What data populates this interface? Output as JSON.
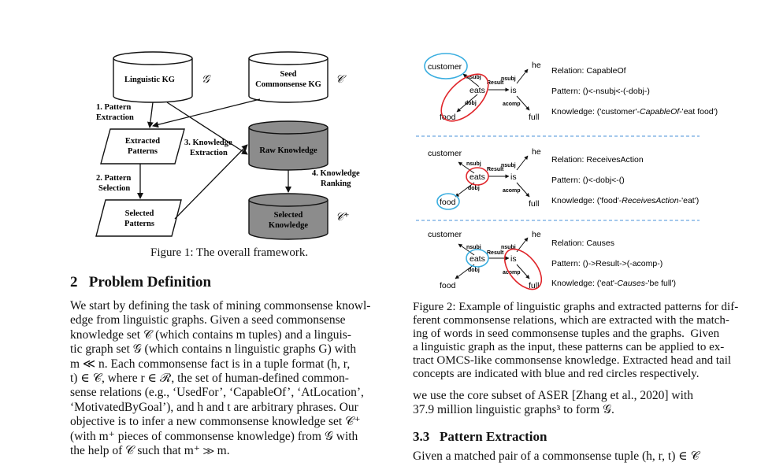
{
  "figure1": {
    "nodes": {
      "linguistic_kg": "Linguistic KG",
      "linguistic_kg_symbol": "𝒢",
      "seed_kg_line1": "Seed",
      "seed_kg_line2": "Commonsense KG",
      "seed_kg_symbol": "𝒞",
      "extracted_line1": "Extracted",
      "extracted_line2": "Patterns",
      "raw_knowledge": "Raw Knowledge",
      "selected_patterns_line1": "Selected",
      "selected_patterns_line2": "Patterns",
      "selected_knowledge_line1": "Selected",
      "selected_knowledge_line2": "Knowledge",
      "selected_knowledge_symbol": "𝒞⁺"
    },
    "steps": {
      "step1_line1": "1. Pattern",
      "step1_line2": "Extraction",
      "step2_line1": "2. Pattern",
      "step2_line2": "Selection",
      "step3_line1": "3. Knowledge",
      "step3_line2": "Extraction",
      "step4_line1": "4. Knowledge",
      "step4_line2": "Ranking"
    },
    "caption": "Figure 1: The overall framework."
  },
  "figure2": {
    "panels": [
      {
        "words": {
          "customer": "customer",
          "eats": "eats",
          "food": "food",
          "is": "is",
          "he": "he",
          "full": "full"
        },
        "edges": {
          "nsubj1": "nsubj",
          "result": "Result",
          "nsubj2": "nsubj",
          "dobj": "dobj",
          "acomp": "acomp"
        },
        "relation": "Relation: CapableOf",
        "pattern": "Pattern: ()<-nsubj<-(-dobj-)",
        "knowledge_prefix": "Knowledge: ('customer'-",
        "knowledge_rel": "CapableOf",
        "knowledge_suffix": "-'eat food')"
      },
      {
        "words": {
          "customer": "customer",
          "eats": "eats",
          "food": "food",
          "is": "is",
          "he": "he",
          "full": "full"
        },
        "edges": {
          "nsubj1": "nsubj",
          "result": "Result",
          "nsubj2": "nsubj",
          "dobj": "dobj",
          "acomp": "acomp"
        },
        "relation": "Relation: ReceivesAction",
        "pattern": "Pattern: ()<-dobj<-()",
        "knowledge_prefix": "Knowledge: ('food'-",
        "knowledge_rel": "ReceivesAction",
        "knowledge_suffix": "-'eat')"
      },
      {
        "words": {
          "customer": "customer",
          "eats": "eats",
          "food": "food",
          "is": "is",
          "he": "he",
          "full": "full"
        },
        "edges": {
          "nsubj1": "nsubj",
          "result": "Result",
          "nsubj2": "nsubj",
          "dobj": "dobj",
          "acomp": "acomp"
        },
        "relation": "Relation: Causes",
        "pattern": "Pattern: ()->Result->(-acomp-)",
        "knowledge_prefix": "Knowledge: ('eat'-",
        "knowledge_rel": "Causes",
        "knowledge_suffix": "-'be full')"
      }
    ],
    "caption_lines": [
      "Figure 2: Example of linguistic graphs and extracted patterns for dif-",
      "ferent commonsense relations, which are extracted with the match-",
      "ing of words in seed commonsense tuples and the graphs.  Given",
      "a linguistic graph as the input, these patterns can be applied to ex-",
      "tract OMCS-like commonsense knowledge. Extracted head and tail",
      "concepts are indicated with blue and red circles respectively."
    ],
    "colors": {
      "head_circle": "#3aaee0",
      "tail_circle": "#e0262b",
      "divider": "#4a90d9"
    }
  },
  "section2": {
    "heading": "2   Problem Definition",
    "lines": [
      "We start by defining the task of mining commonsense knowl-",
      "edge from linguistic graphs.  Given a seed commonsense",
      "knowledge set 𝒞 (which contains m tuples) and a linguis-",
      "tic graph set 𝒢 (which contains n linguistic graphs G) with",
      "m ≪ n.  Each commonsense fact is in a tuple format (h, r,",
      "t) ∈ 𝒞, where r ∈ ℛ, the set of human-defined common-",
      "sense relations (e.g., ‘UsedFor’, ‘CapableOf’, ‘AtLocation’,",
      "‘MotivatedByGoal’), and h and t are arbitrary phrases.  Our",
      "objective is to infer a new commonsense knowledge set 𝒞⁺",
      "(with m⁺ pieces of commonsense knowledge) from 𝒢 with",
      "the help of 𝒞 such that m⁺ ≫ m."
    ]
  },
  "right_text": {
    "line1": "we use the core subset of ASER [Zhang et al., 2020] with",
    "line2": "37.9 million linguistic graphs³ to form 𝒢.",
    "heading": "3.3   Pattern Extraction",
    "line3": "Given a matched pair of a commonsense tuple (h, r, t) ∈ 𝒞"
  }
}
